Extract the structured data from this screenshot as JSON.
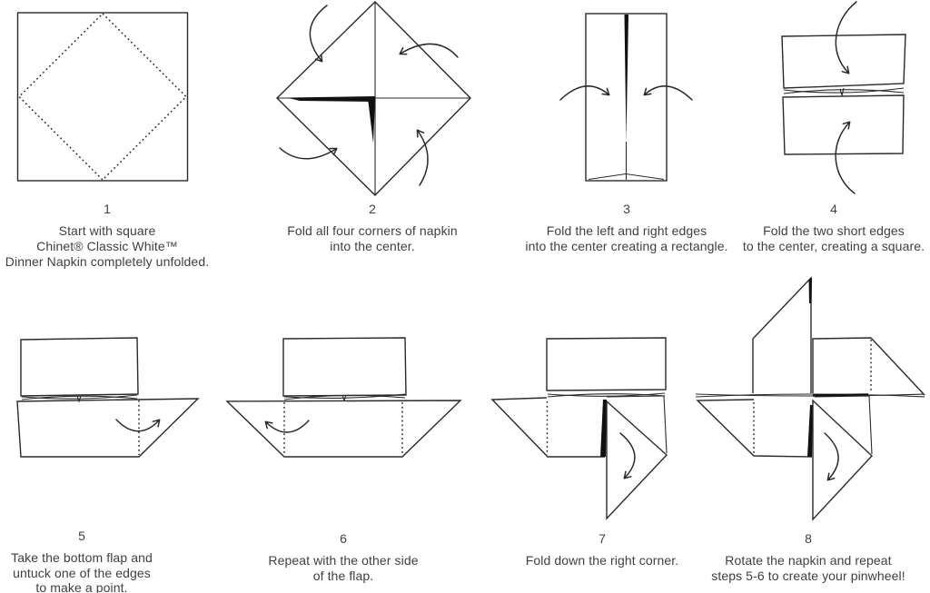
{
  "page": {
    "background": "#ffffff",
    "colors": {
      "line": "#2a2a2a",
      "fold_fill": "#111111",
      "text": "#3f3f3f"
    }
  },
  "steps": [
    {
      "number": "1",
      "caption": "Start with square\nChinet® Classic White™\nDinner Napkin completely unfolded."
    },
    {
      "number": "2",
      "caption": "Fold all four corners of napkin\ninto the center."
    },
    {
      "number": "3",
      "caption": "Fold the left and right edges\ninto the center creating a rectangle."
    },
    {
      "number": "4",
      "caption": "Fold the two short edges\nto the center, creating a square."
    },
    {
      "number": "5",
      "caption": "Take the bottom flap and\nuntuck one of the edges\nto make a point."
    },
    {
      "number": "6",
      "caption": "Repeat with the other side\nof the flap."
    },
    {
      "number": "7",
      "caption": "Fold down the right corner."
    },
    {
      "number": "8",
      "caption": "Rotate the napkin and repeat\nsteps 5-6 to create your pinwheel!"
    }
  ]
}
